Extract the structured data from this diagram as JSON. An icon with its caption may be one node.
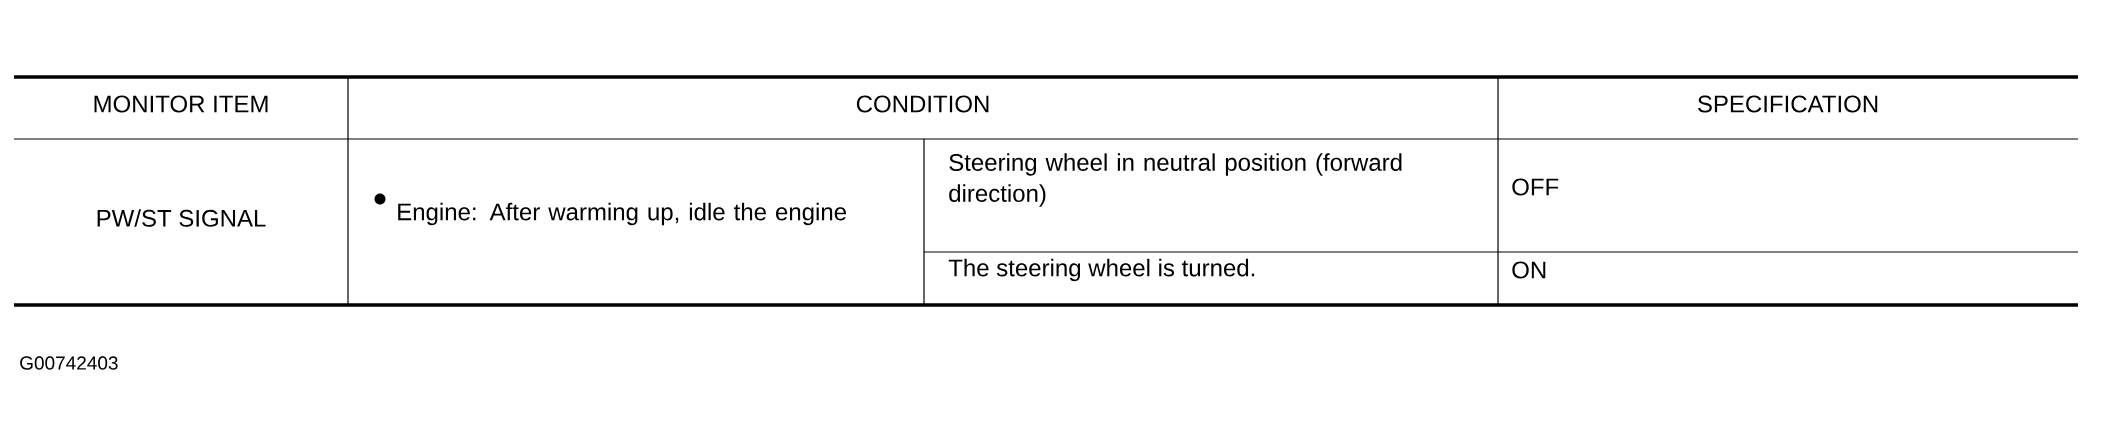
{
  "diagram": {
    "labels": [
      "MONITOR ITEM",
      "CONDITION",
      "SPECIFICATION",
      "PW/ST SIGNAL",
      "Engine: After warming up, idle the engine",
      "Steering wheel in neutral position (forward direction)",
      "OFF",
      "The steering wheel is turned.",
      "ON",
      "G00742403"
    ]
  }
}
